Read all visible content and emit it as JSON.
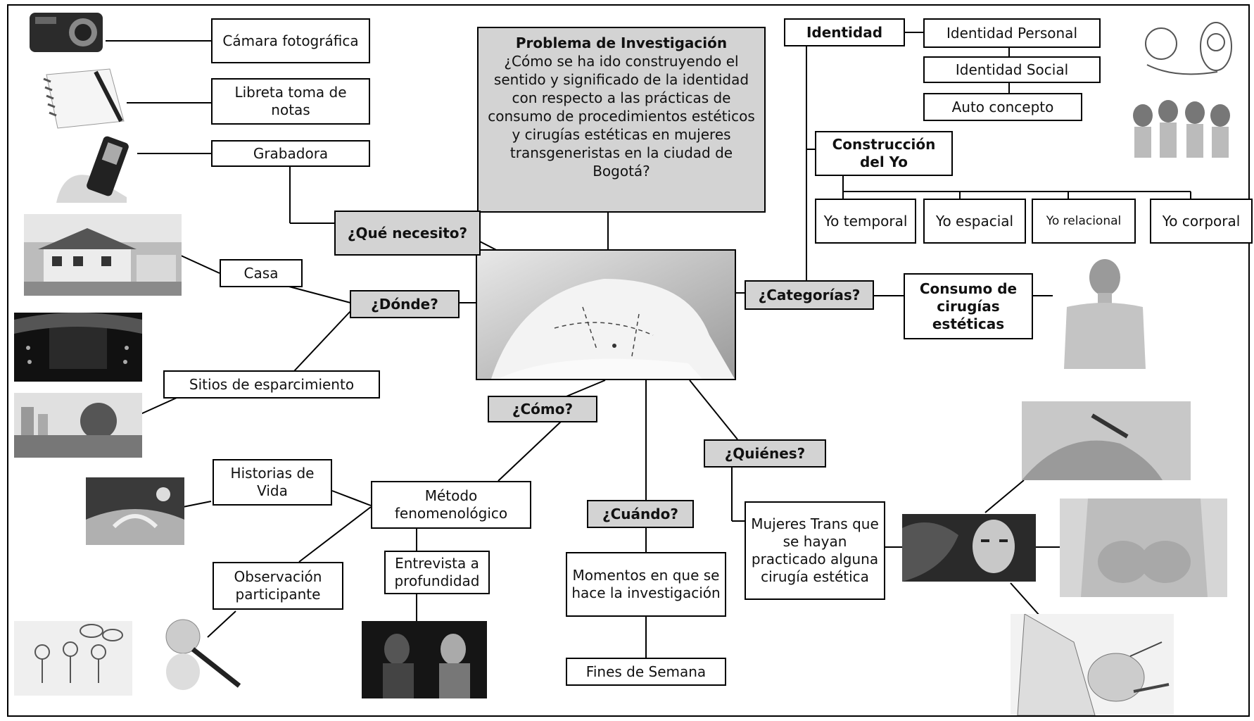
{
  "problem": {
    "title": "Problema de Investigación",
    "question": "¿Cómo se ha ido construyendo el sentido y significado de la identidad con respecto a las prácticas de consumo de procedimientos estéticos y cirugías estéticas en mujeres transgeneristas en la ciudad de Bogotá?"
  },
  "questions": {
    "que_necesito": "¿Qué necesito?",
    "donde": "¿Dónde?",
    "como": "¿Cómo?",
    "cuando": "¿Cuándo?",
    "quienes": "¿Quiénes?",
    "categorias": "¿Categorías?"
  },
  "needs": {
    "camara": "Cámara fotográfica",
    "libreta": "Libreta toma de notas",
    "grabadora": "Grabadora"
  },
  "places": {
    "casa": "Casa",
    "sitios": "Sitios de esparcimiento"
  },
  "method": {
    "metodo": "Método fenomenológico",
    "historias": "Historias de Vida",
    "observacion": "Observación participante",
    "entrevista": "Entrevista a profundidad"
  },
  "when": {
    "momentos": "Momentos en que se hace la investigación",
    "fines": "Fines de Semana"
  },
  "who": {
    "mujeres": "Mujeres Trans que se hayan practicado alguna cirugía estética"
  },
  "categories": {
    "identidad": "Identidad",
    "identidad_personal": "Identidad Personal",
    "identidad_social": "Identidad Social",
    "auto_concepto": "Auto concepto",
    "construccion": "Construcción del Yo",
    "yo_temporal": "Yo temporal",
    "yo_espacial": "Yo espacial",
    "yo_relacional": "Yo relacional",
    "yo_corporal": "Yo corporal",
    "consumo": "Consumo de cirugías estéticas"
  }
}
